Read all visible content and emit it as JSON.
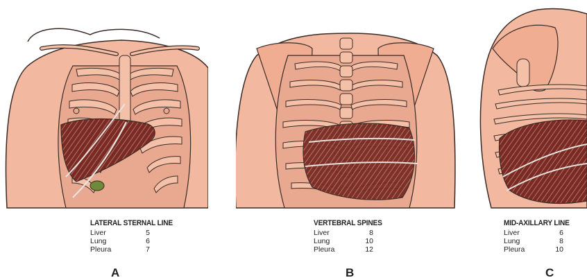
{
  "panels": [
    {
      "letter": "A",
      "title": "LATERAL STERNAL LINE",
      "rows": [
        {
          "label": "Liver",
          "value": "5"
        },
        {
          "label": "Lung",
          "value": "6"
        },
        {
          "label": "Pleura",
          "value": "7"
        }
      ]
    },
    {
      "letter": "B",
      "title": "VERTEBRAL SPINES",
      "rows": [
        {
          "label": "Liver",
          "value": "8"
        },
        {
          "label": "Lung",
          "value": "10"
        },
        {
          "label": "Pleura",
          "value": "12"
        }
      ]
    },
    {
      "letter": "C",
      "title": "MID-AXILLARY LINE",
      "rows": [
        {
          "label": "Liver",
          "value": "6"
        },
        {
          "label": "Lung",
          "value": "8"
        },
        {
          "label": "Pleura",
          "value": "10"
        }
      ]
    }
  ],
  "colors": {
    "skin": "#f2b8a0",
    "skin_shadow": "#e39e86",
    "bone": "#f5c0a8",
    "liver": "#7a2a22",
    "outline": "#3a2a25"
  }
}
